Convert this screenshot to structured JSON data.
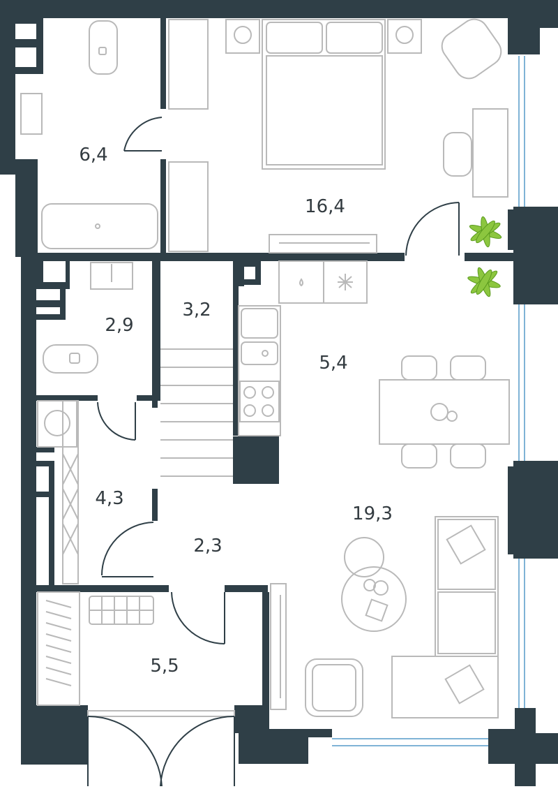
{
  "rooms": [
    {
      "id": "bathroom-top",
      "area": "6,4"
    },
    {
      "id": "bedroom",
      "area": "16,4"
    },
    {
      "id": "wc",
      "area": "2,9"
    },
    {
      "id": "stair-hall",
      "area": "3,2"
    },
    {
      "id": "kitchen",
      "area": "5,4"
    },
    {
      "id": "storage",
      "area": "4,3"
    },
    {
      "id": "living",
      "area": "19,3"
    },
    {
      "id": "corridor",
      "area": "2,3"
    },
    {
      "id": "entrance",
      "area": "5,5"
    }
  ],
  "colors": {
    "wall": "#2f3f47",
    "furniture": "#b9b9b9",
    "window": "#7fb3d6",
    "plant": "#8cc63f"
  }
}
